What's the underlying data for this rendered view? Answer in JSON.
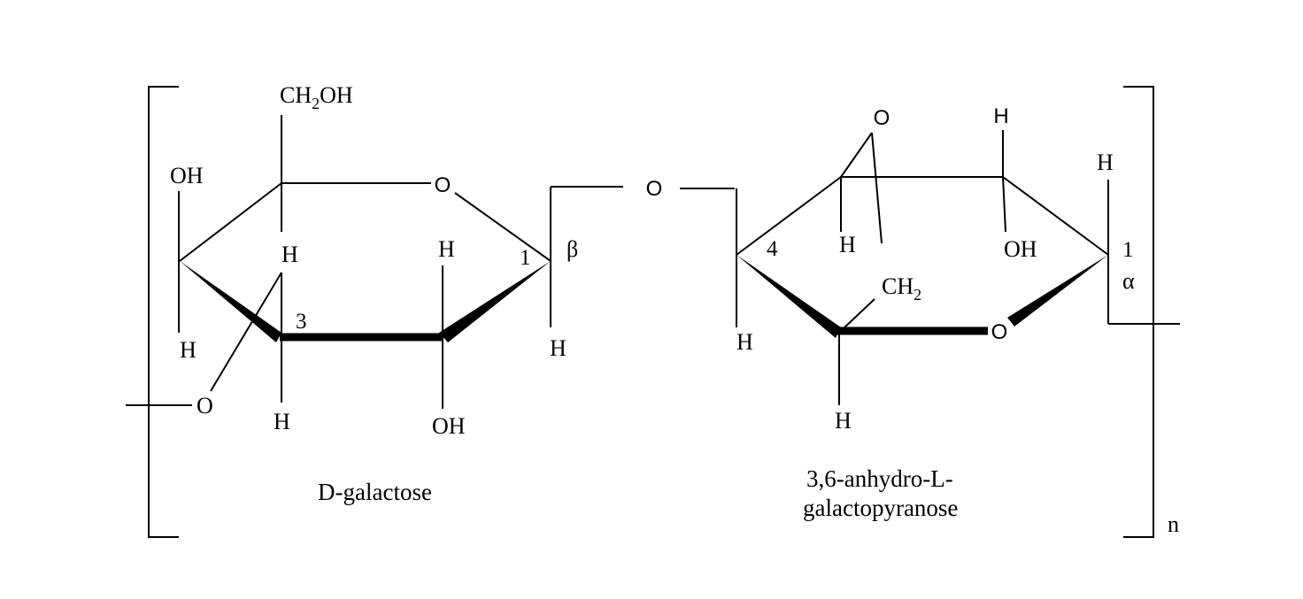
{
  "diagram": {
    "galactose": {
      "caption": "D-galactose",
      "ch2oh": {
        "prefix": "CH",
        "subscript": "2",
        "suffix": "OH"
      },
      "ring_oxygen": "O",
      "bridge_oxygen": "O",
      "oh_c4": "OH",
      "h_c4": "H",
      "h_c3_up": "H",
      "c3_label": "3",
      "h_c3_down": "H",
      "h_c2": "H",
      "oh_c2": "OH",
      "c1_label": "1",
      "beta": "β",
      "h_c1": "H"
    },
    "glycosidic_oxygen": "O",
    "anhydro": {
      "caption_line1": "3,6-anhydro-L-",
      "caption_line2": "galactopyranose",
      "bridge_oxygen": "O",
      "h_top": "H",
      "c4_label": "4",
      "h_c3": "H",
      "oh": "OH",
      "h_c1": "H",
      "c1_label": "1",
      "alpha": "α",
      "ch2": {
        "prefix": "CH",
        "subscript": "2"
      },
      "ring_oxygen": "O",
      "h_c4": "H",
      "h_c5": "H"
    },
    "repeat_index": "n"
  }
}
